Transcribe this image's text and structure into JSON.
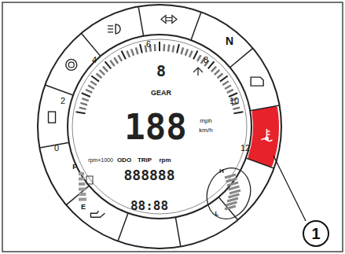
{
  "diagram": {
    "nodes": [
      {
        "text": [
          "1"
        ]
      }
    ],
    "labels": [
      "0",
      "2",
      "4",
      "6",
      "8",
      "10",
      "12",
      "rpm×1000",
      "N",
      "8",
      "GEAR",
      "188",
      "mph",
      "km/h",
      "ODO",
      "TRIP",
      "rpm",
      "F",
      "E",
      "888888",
      "88:88",
      "H",
      "L"
    ]
  }
}
